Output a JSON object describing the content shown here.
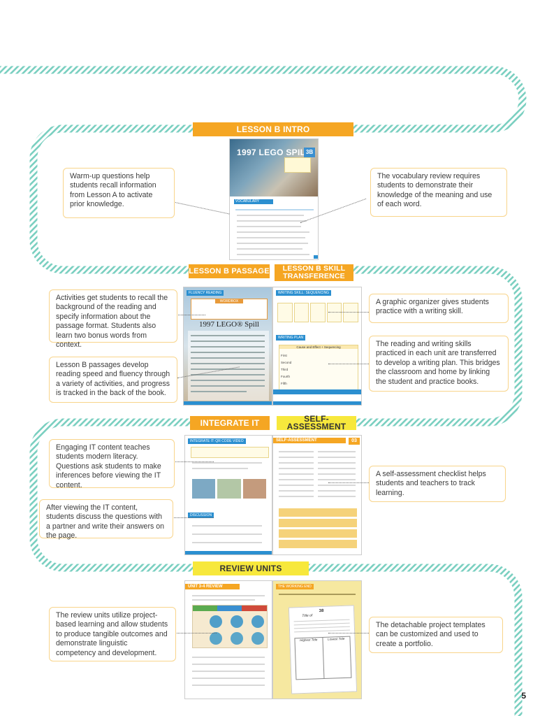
{
  "sections": {
    "intro": {
      "label": "LESSON B INTRO"
    },
    "passage": {
      "label": "LESSON B PASSAGE"
    },
    "skill": {
      "label": "LESSON B SKILL TRANSFERENCE"
    },
    "integrate": {
      "label": "INTEGRATE IT"
    },
    "selfassess": {
      "label": "SELF-ASSESSMENT"
    },
    "review": {
      "label": "REVIEW UNITS"
    }
  },
  "notes": {
    "warmup": "Warm-up questions help students recall information from Lesson A to activate prior knowledge.",
    "vocab": "The vocabulary review requires students to demonstrate their knowledge of the meaning and use of each word.",
    "activities": "Activities get students to recall the background of the reading and specify information about the passage format. Students also learn two bonus words from context.",
    "passages": "Lesson B passages develop reading speed and fluency through a variety of activities, and progress is tracked in the back of the book.",
    "organizer": "A graphic organizer gives students practice with a writing skill.",
    "reading_writing": "The reading and writing skills practiced in each unit are transferred to develop a writing plan. This bridges the classroom and home by linking the student and practice books.",
    "engaging": "Engaging IT content teaches students modern literacy. Questions ask students to make inferences before viewing the IT content.",
    "after": "After viewing the IT content, students discuss the questions with a partner and write their answers on the page.",
    "checklist": "A self-assessment checklist helps students and teachers to track learning.",
    "review_units": "The review units utilize project-based learning and allow students to produce tangible outcomes and demonstrate linguistic competency and development.",
    "templates": "The detachable project templates can be customized and used to create a portfolio."
  },
  "thumbs": {
    "intro_title": "1997 LEGO SPILL",
    "intro_badge": "3B",
    "intro_vocab_header": "VOCABULARY REVIEW",
    "passage_title": "1997 LEGO® Spill",
    "passage_fluency": "FLUENCY READING",
    "passage_wordbox": "WORDBOX",
    "skill_header": "WRITING SKILL: SEQUENCING",
    "skill_plan_header": "WRITING PLAN",
    "skill_plan_table_title": "Cause and Effect + Sequencing",
    "skill_rows": [
      "First",
      "Second",
      "Third",
      "Fourth",
      "Fifth"
    ],
    "integrate_header": "INTEGRATE IT: QR CODE VIDEO",
    "integrate_discussion": "DISCUSSION",
    "selfassess_header": "SELF-ASSESSMENT",
    "selfassess_unit": "03",
    "review_header": "UNIT 3-4 REVIEW",
    "review_project_header": "THE WORKING END",
    "review_template_number": "38",
    "review_template_title_label": "Title of",
    "review_template_col1": "Highest Tide",
    "review_template_col2": "Lowest Tide"
  },
  "page_number": "5",
  "colors": {
    "orange": "#f5a623",
    "yellow": "#f7e83c",
    "stripe": "#79cfc0",
    "note_border": "#f8d48a"
  }
}
